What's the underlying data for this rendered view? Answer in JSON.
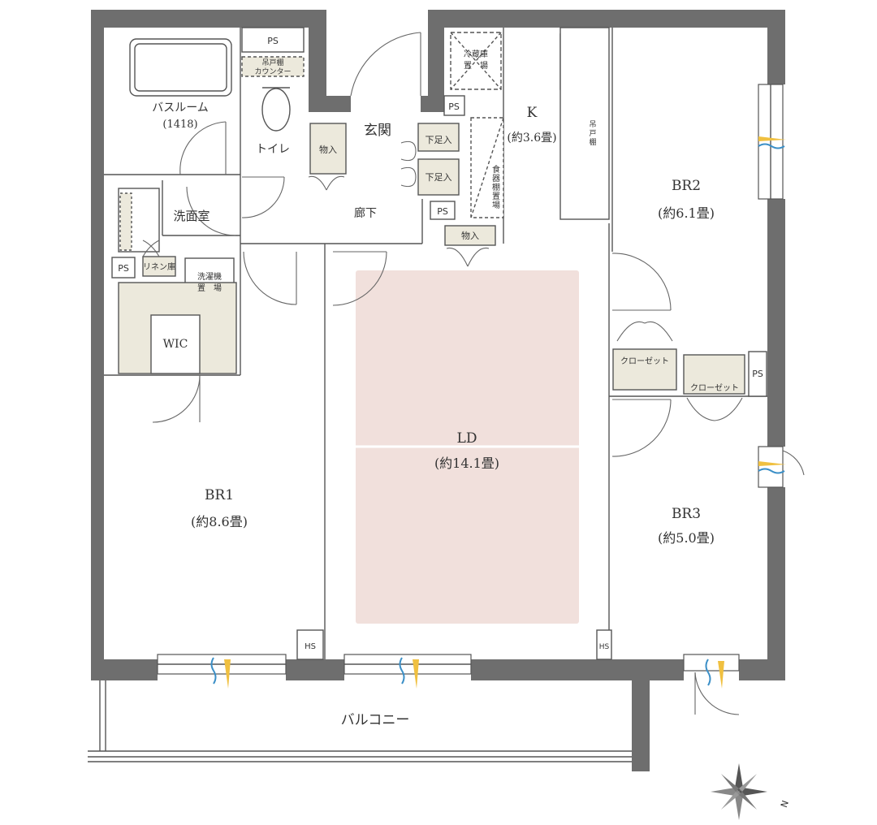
{
  "rooms": {
    "bathroom": "バスルーム",
    "bathroom_size": "(1418)",
    "toilet": "トイレ",
    "washroom": "洗面室",
    "linen": "リネン庫",
    "laundry_1": "洗濯機",
    "laundry_2": "置　場",
    "wic": "WIC",
    "entrance": "玄関",
    "hallway": "廊下",
    "kitchen": "K",
    "kitchen_size": "(約3.6畳)",
    "fridge_1": "冷蔵庫",
    "fridge_2": "置　場",
    "dish_shelf_1": "食",
    "dish_shelf_2": "器",
    "dish_shelf_3": "棚",
    "dish_shelf_4": "置",
    "dish_shelf_5": "場",
    "hanging_1": "吊",
    "hanging_2": "戸",
    "hanging_3": "棚",
    "ld": "LD",
    "ld_size": "(約14.1畳)",
    "br1": "BR1",
    "br1_size": "(約8.6畳)",
    "br2": "BR2",
    "br2_size": "(約6.1畳)",
    "br3": "BR3",
    "br3_size": "(約5.0畳)",
    "balcony": "バルコニー",
    "closet_br2": "クローゼット",
    "closet_br3": "クローゼット",
    "storage_entrance": "物入",
    "storage_hall": "物入",
    "shoe_1": "下足入",
    "shoe_2": "下足入",
    "toilet_shelf_1": "吊戸棚",
    "toilet_shelf_2": "カウンター",
    "ps_toilet": "PS",
    "ps_kitchen": "PS",
    "ps_hall": "PS",
    "ps_wash": "PS",
    "ps_br3": "PS",
    "hs_left": "HS",
    "hs_right": "HS",
    "compass_n": "N"
  },
  "colors": {
    "wall": "#6e6e6e",
    "ld_floor": "#f1e0dc",
    "storage": "#ece9dc",
    "airflow_blue": "#3b8fc7",
    "airflow_yellow": "#f0c040"
  }
}
